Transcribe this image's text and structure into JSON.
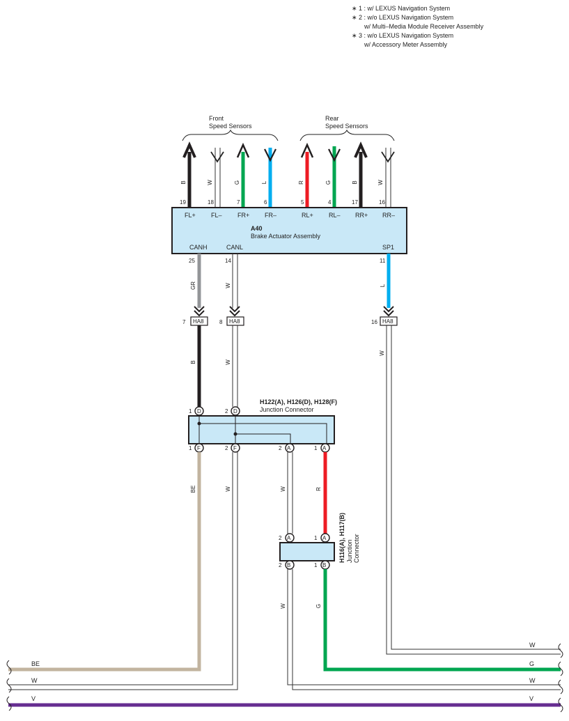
{
  "notes": [
    "∗ 1 : w/ LEXUS Navigation System",
    "∗ 2 : w/o LEXUS Navigation System",
    "w/ Multi–Media Module Receiver Assembly",
    "∗ 3 : w/o LEXUS Navigation System",
    "w/ Accessory Meter Assembly"
  ],
  "front_group": {
    "line1": "Front",
    "line2": "Speed Sensors"
  },
  "rear_group": {
    "line1": "Rear",
    "line2": "Speed Sensors"
  },
  "a40": {
    "code": "A40",
    "name": "Brake Actuator Assembly",
    "top_pins": [
      {
        "num": "19",
        "label": "FL+",
        "wire": "B"
      },
      {
        "num": "18",
        "label": "FL–",
        "wire": "W"
      },
      {
        "num": "7",
        "label": "FR+",
        "wire": "G"
      },
      {
        "num": "6",
        "label": "FR–",
        "wire": "L"
      },
      {
        "num": "5",
        "label": "RL+",
        "wire": "R"
      },
      {
        "num": "4",
        "label": "RL–",
        "wire": "G"
      },
      {
        "num": "17",
        "label": "RR+",
        "wire": "B"
      },
      {
        "num": "16",
        "label": "RR–",
        "wire": "W"
      }
    ],
    "bottom_pins": [
      {
        "num": "25",
        "label": "CANH",
        "wire": "GR"
      },
      {
        "num": "14",
        "label": "CANL",
        "wire": "W"
      },
      {
        "num": "11",
        "label": "SP1",
        "wire": "L"
      }
    ]
  },
  "ha8": {
    "code": "HA8",
    "pins": [
      "7",
      "8",
      "16"
    ],
    "wires_below": [
      "B",
      "W",
      "W"
    ]
  },
  "jc1": {
    "title": "H122(A), H126(D), H128(F)",
    "subtitle": "Junction Connector",
    "top": [
      {
        "num": "1",
        "letter": "D"
      },
      {
        "num": "2",
        "letter": "D"
      }
    ],
    "bottom": [
      {
        "num": "1",
        "letter": "F"
      },
      {
        "num": "2",
        "letter": "F"
      },
      {
        "num": "2",
        "letter": "A"
      },
      {
        "num": "1",
        "letter": "A"
      }
    ],
    "wires_below": [
      "BE",
      "W",
      "W",
      "R"
    ]
  },
  "jc2": {
    "title": "H116(A), H117(B)",
    "subtitle1": "Junction",
    "subtitle2": "Connector",
    "top": [
      {
        "num": "2",
        "letter": "A"
      },
      {
        "num": "1",
        "letter": "A"
      }
    ],
    "bottom": [
      {
        "num": "2",
        "letter": "B"
      },
      {
        "num": "1",
        "letter": "B"
      }
    ],
    "wires_below": [
      "W",
      "G"
    ]
  },
  "bus": [
    {
      "left": "",
      "right": "W"
    },
    {
      "left": "",
      "right": "G"
    },
    {
      "left": "BE",
      "right": ""
    },
    {
      "left": "W",
      "right": "W"
    },
    {
      "left": "V",
      "right": "V"
    }
  ],
  "colors": {
    "B": "#231f20",
    "G": "#00a651",
    "L": "#00aeef",
    "R": "#ed1c24",
    "GR": "#939598",
    "BE": "#c2b49f",
    "V": "#662d91",
    "box": "#c9e8f7"
  }
}
